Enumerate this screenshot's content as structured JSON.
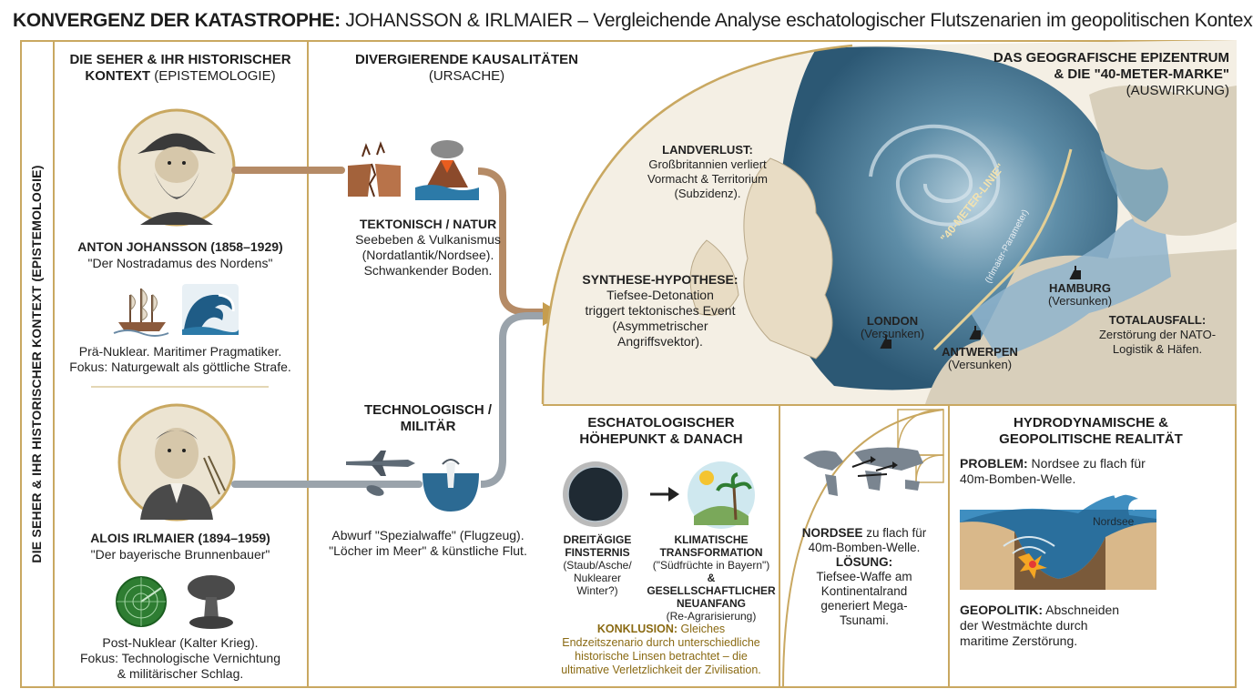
{
  "title": {
    "bold": "KONVERGENZ DER KATASTROPHE:",
    "rest": " JOHANSSON & IRLMAIER – Vergleichende Analyse eschatologischer Flutszenarien im geopolitischen Kontext"
  },
  "side_label": "DIE SEHER & IHR HISTORISCHER KONTEXT (EPISTEMOLOGIE)",
  "col1": {
    "heading_bold": "DIE SEHER & IHR HISTORISCHER KONTEXT",
    "heading_rest": " (EPISTEMOLOGIE)",
    "seer1": {
      "name": "ANTON JOHANSSON (1858–1929)",
      "alias": "\"Der Nostradamus des Nordens\"",
      "desc1": "Prä-Nuklear. Maritimer Pragmatiker.",
      "desc2": "Fokus: Naturgewalt als göttliche Strafe."
    },
    "seer2": {
      "name": "ALOIS IRLMAIER (1894–1959)",
      "alias": "\"Der bayerische Brunnenbauer\"",
      "desc1": "Post-Nuklear (Kalter Krieg).",
      "desc2": "Fokus: Technologische Vernichtung",
      "desc3": "& militärischer Schlag."
    }
  },
  "col2": {
    "heading_bold": "DIVERGIERENDE KAUSALITÄTEN",
    "heading_rest": "(URSACHE)",
    "tect_title": "TEKTONISCH / NATUR",
    "tect_l1": "Seebeben & Vulkanismus",
    "tect_l2": "(Nordatlantik/Nordsee).",
    "tect_l3": "Schwankender Boden.",
    "tech_title1": "TECHNOLOGISCH /",
    "tech_title2": "MILITÄR",
    "tech_l1": "Abwurf \"Spezialwaffe\" (Flugzeug).",
    "tech_l2": "\"Löcher im Meer\" & künstliche Flut."
  },
  "map": {
    "heading1": "DAS GEOGRAFISCHE EPIZENTRUM",
    "heading2": "& DIE \"40-METER-MARKE\"",
    "heading3": "(AUSWIRKUNG)",
    "landverlust_title": "LANDVERLUST:",
    "landverlust_l1": "Großbritannien verliert",
    "landverlust_l2": "Vormacht & Territorium",
    "landverlust_l3": "(Subzidenz).",
    "synth_title": "SYNTHESE-HYPOTHESE:",
    "synth_l1": "Tiefsee-Detonation",
    "synth_l2": "triggert tektonisches Event",
    "synth_l3": "(Asymmetrischer",
    "synth_l4": "Angriffsvektor).",
    "line_label": "\"40-METER-LINIE\"",
    "line_sub": "(Irlmaier-Parameter)",
    "london": "LONDON",
    "london_sub": "(Versunken)",
    "antwerpen": "ANTWERPEN",
    "antwerpen_sub": "(Versunken)",
    "hamburg": "HAMBURG",
    "hamburg_sub": "(Versunken)",
    "total_title": "TOTALAUSFALL:",
    "total_l1": "Zerstörung der NATO-",
    "total_l2": "Logistik & Häfen."
  },
  "eschat": {
    "heading1": "ESCHATOLOGISCHER",
    "heading2": "HÖHEPUNKT & DANACH",
    "dark_title1": "DREITÄGIGE",
    "dark_title2": "FINSTERNIS",
    "dark_l1": "(Staub/Asche/",
    "dark_l2": "Nuklearer",
    "dark_l3": "Winter?)",
    "klima_title1": "KLIMATISCHE",
    "klima_title2": "TRANSFORMATION",
    "klima_l1": "(\"Südfrüchte in Bayern\")",
    "klima_title3": "& GESELLSCHAFTLICHER",
    "klima_title4": "NEUANFANG",
    "klima_l2": "(Re-Agrarisierung)",
    "konklusion_bold": "KONKLUSION:",
    "konklusion_l1": " Gleiches",
    "konklusion_l2": "Endzeitszenario durch unterschiedliche",
    "konklusion_l3": "historische Linsen betrachtet – die",
    "konklusion_l4": "ultimative Verletzlichkeit der Zivilisation."
  },
  "nordsee_box": {
    "b1": "NORDSEE",
    "t1": " zu flach für",
    "t2": "40m-Bomben-Welle.",
    "b2": "LÖSUNG:",
    "t3": "Tiefsee-Waffe am",
    "t4": "Kontinentalrand",
    "t5": "generiert Mega-",
    "t6": "Tsunami."
  },
  "hydro": {
    "heading1": "HYDRODYNAMISCHE &",
    "heading2": "GEOPOLITISCHE REALITÄT",
    "problem_bold": "PROBLEM:",
    "problem_l1": " Nordsee zu flach für",
    "problem_l2": "40m-Bomben-Welle.",
    "diagram_label": "Nordsee",
    "geo_bold": "GEOPOLITIK:",
    "geo_l1": " Abschneiden",
    "geo_l2": "der Westmächte durch",
    "geo_l3": "maritime Zerstörung."
  },
  "colors": {
    "gold": "#c9a861",
    "tectonic_connector": "#b58b66",
    "tech_connector": "#9aa3ab",
    "ocean": "#2f5f80",
    "konklusion": "#8a6a13"
  }
}
